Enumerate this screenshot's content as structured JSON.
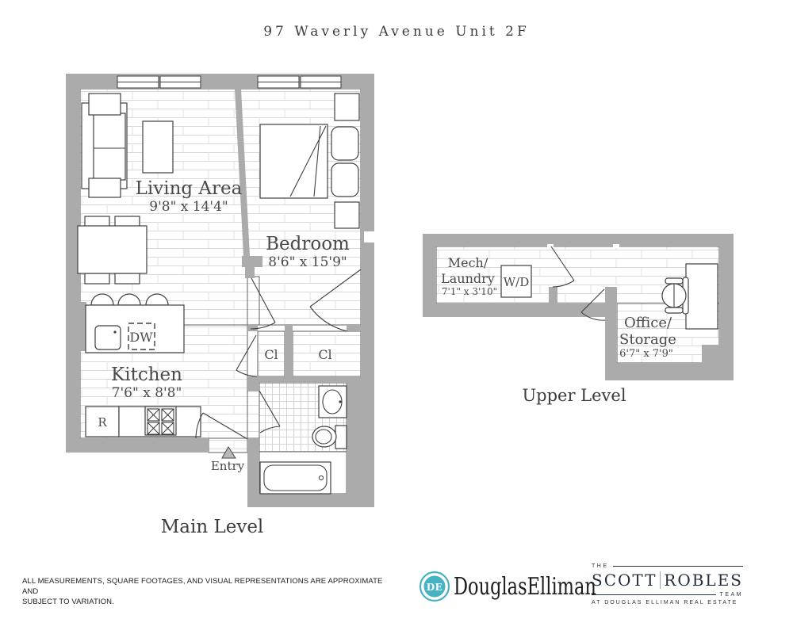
{
  "title": "97 Waverly Avenue Unit 2F",
  "main_level": {
    "label": "Main Level",
    "rooms": {
      "living": {
        "name": "Living Area",
        "dims": "9'8\" x 14'4\""
      },
      "bedroom": {
        "name": "Bedroom",
        "dims": "8'6\" x 15'9\""
      },
      "kitchen": {
        "name": "Kitchen",
        "dims": "7'6\" x 8'8\""
      },
      "closet_left": {
        "name": "Cl"
      },
      "closet_right": {
        "name": "Cl"
      },
      "entry": {
        "name": "Entry"
      }
    },
    "appliances": {
      "dishwasher": "DW",
      "refrigerator": "R"
    }
  },
  "upper_level": {
    "label": "Upper Level",
    "rooms": {
      "mech_laundry": {
        "name_line1": "Mech/",
        "name_line2": "Laundry",
        "dims": "7'1\" x 3'10\""
      },
      "office_storage": {
        "name_line1": "Office/",
        "name_line2": "Storage",
        "dims": "6'7\" x 7'9\""
      }
    },
    "appliances": {
      "washer_dryer": "W/D"
    }
  },
  "footer": {
    "disclaimer_line1": "ALL MEASUREMENTS, SQUARE FOOTAGES, AND VISUAL REPRESENTATIONS ARE APPROXIMATE AND",
    "disclaimer_line2": "SUBJECT TO VARIATION.",
    "brand": {
      "monogram": "DE",
      "wordmark": "DouglasElliman",
      "logo_color": "#46B2C4"
    },
    "team": {
      "the": "THE",
      "name_left": "SCOTT",
      "name_right": "ROBLES",
      "team_word": "TEAM",
      "tagline": "AT DOUGLAS ELLIMAN REAL ESTATE"
    }
  },
  "colors": {
    "wall": "#ABABAB",
    "floor_line": "#D9D9D9",
    "outline": "#3F3F3F",
    "text": "#4A4A4A"
  }
}
